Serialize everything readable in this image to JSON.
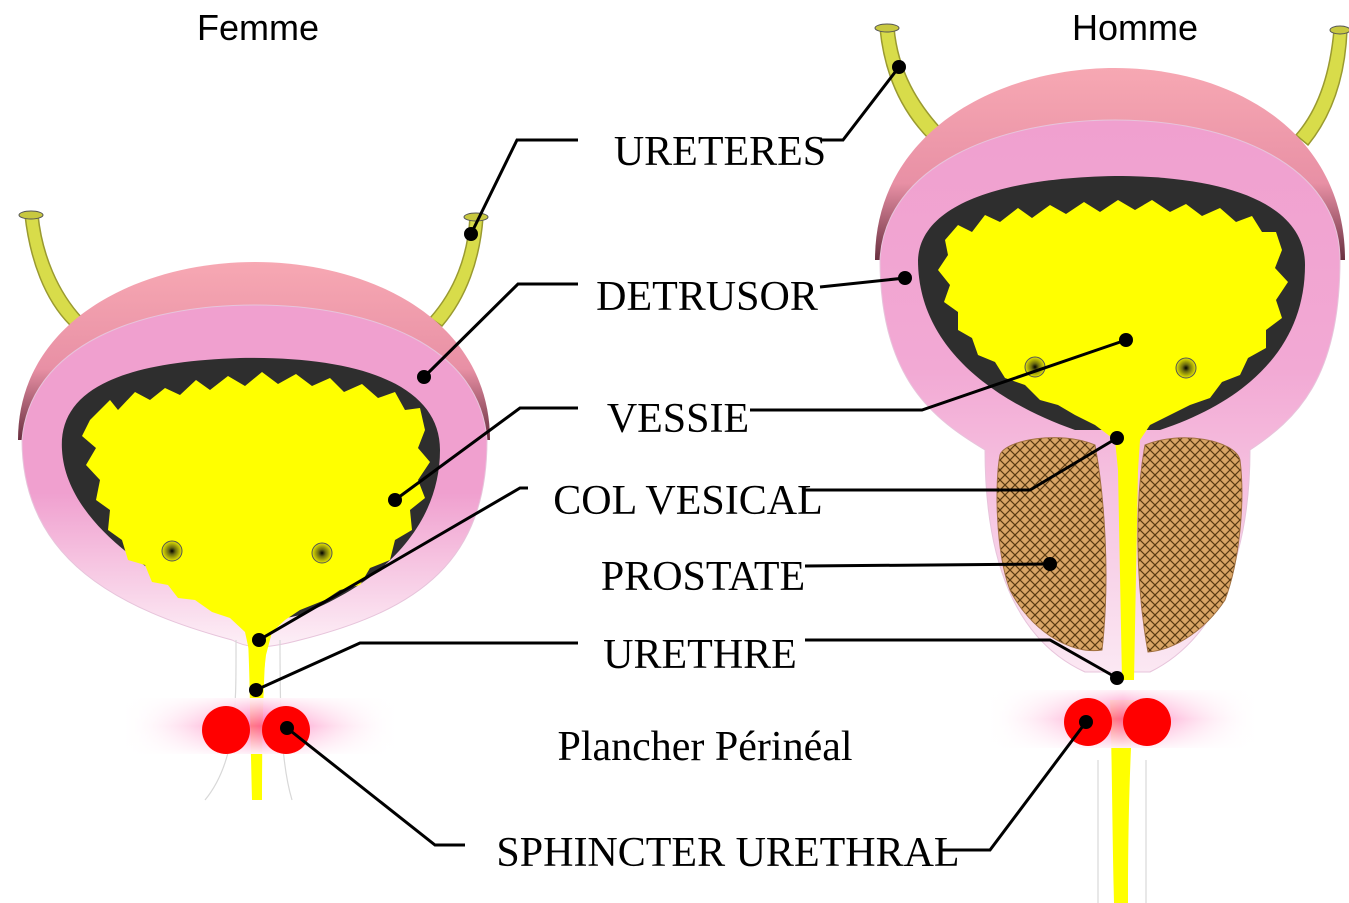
{
  "headings": {
    "female": "Femme",
    "male": "Homme"
  },
  "labels": {
    "ureteres": "URETERES",
    "detrusor": "DETRUSOR",
    "vessie": "VESSIE",
    "col_vesical": "COL VESICAL",
    "prostate": "PROSTATE",
    "urethre": "URETHRE",
    "plancher": "Plancher Périnéal",
    "sphincter": "SPHINCTER URETHRAL"
  },
  "colors": {
    "urine_yellow": "#ffff00",
    "ureter_yellow": "#d8dc4a",
    "bladder_wall_pink": "#f0a0cf",
    "outer_wall_salmon": "#f39aa8",
    "mucosa_dark": "#333333",
    "prostate_tan": "#d9a566",
    "sphincter_red": "#ff0000",
    "floor_pink": "#ff7fbf"
  }
}
